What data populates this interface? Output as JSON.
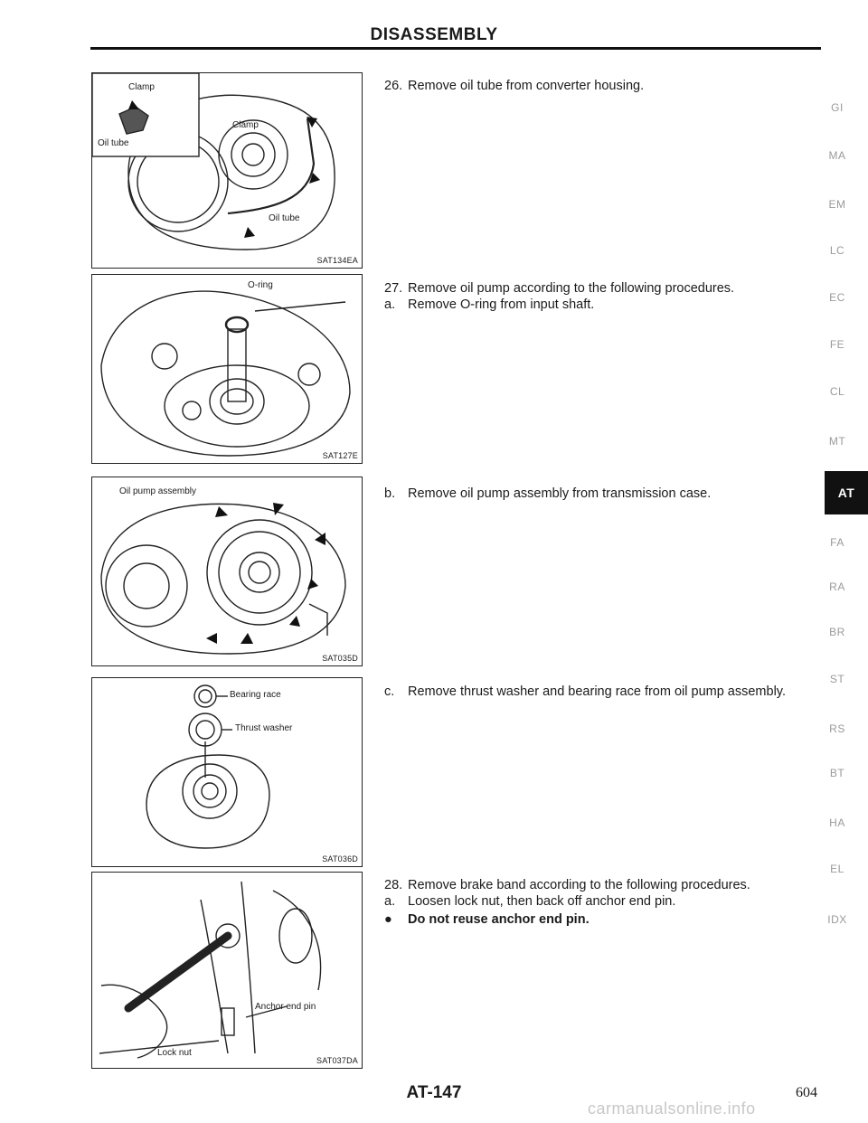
{
  "header": {
    "title": "DISASSEMBLY"
  },
  "figures": [
    {
      "code": "SAT134EA",
      "labels": [
        "Clamp",
        "Oil tube",
        "Clamp",
        "Oil tube"
      ]
    },
    {
      "code": "SAT127E",
      "labels": [
        "O-ring"
      ]
    },
    {
      "code": "SAT035D",
      "labels": [
        "Oil pump assembly"
      ]
    },
    {
      "code": "SAT036D",
      "labels": [
        "Bearing race",
        "Thrust washer"
      ]
    },
    {
      "code": "SAT037DA",
      "labels": [
        "Anchor end pin",
        "Lock nut"
      ]
    }
  ],
  "steps": {
    "s26": {
      "num": "26.",
      "text": "Remove oil tube from converter housing."
    },
    "s27": {
      "num": "27.",
      "text": "Remove oil pump according to the following procedures."
    },
    "s27a": {
      "num": "a.",
      "text": "Remove O-ring from input shaft."
    },
    "s27b": {
      "num": "b.",
      "text": "Remove oil pump assembly from transmission case."
    },
    "s27c": {
      "num": "c.",
      "text": "Remove thrust washer and bearing race from oil pump assembly."
    },
    "s28": {
      "num": "28.",
      "text": "Remove brake band according to the following procedures."
    },
    "s28a": {
      "num": "a.",
      "text": "Loosen lock nut, then back off anchor end pin."
    },
    "s28bullet": {
      "num": "●",
      "text": "Do not reuse anchor end pin."
    }
  },
  "side_tabs": [
    "GI",
    "MA",
    "EM",
    "LC",
    "EC",
    "FE",
    "CL",
    "MT",
    "AT",
    "FA",
    "RA",
    "BR",
    "ST",
    "RS",
    "BT",
    "HA",
    "EL",
    "IDX"
  ],
  "active_tab": "AT",
  "footer": {
    "page_label": "AT-147",
    "page_number": "604",
    "watermark": "carmanualsonline.info"
  }
}
